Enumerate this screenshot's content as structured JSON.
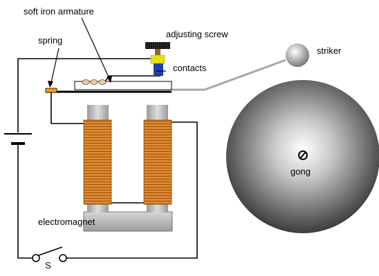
{
  "labels": {
    "armature": "soft iron armature",
    "adjusting_screw": "adjusting screw",
    "spring": "spring",
    "contacts": "contacts",
    "striker": "striker",
    "gong": "gong",
    "electromagnet": "electromagnet",
    "switch": "S"
  },
  "colors": {
    "wire": "#000000",
    "coil": "#e0892e",
    "core": "#bdbdbd",
    "screw_base": "#e8e000",
    "screw_shaft": "#1f3fa8",
    "spring": "#f0a000",
    "contact": "#f2c8a0",
    "gong_center": "#ffffff",
    "gong_edge": "#3a3a3a"
  },
  "icons": {
    "gong_mark": "circle-slash-icon",
    "battery": "battery-cell-icon",
    "switch": "open-switch-icon"
  }
}
